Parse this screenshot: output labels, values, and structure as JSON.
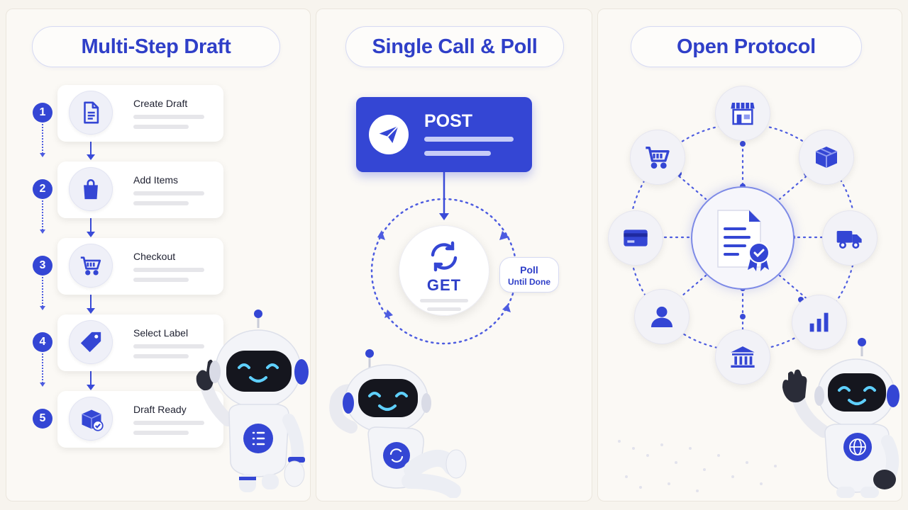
{
  "panels": {
    "multi_step": {
      "title": "Multi-Step Draft",
      "steps": [
        {
          "number": "1",
          "label": "Create Draft",
          "icon": "document-icon"
        },
        {
          "number": "2",
          "label": "Add Items",
          "icon": "shopping-bag-icon"
        },
        {
          "number": "3",
          "label": "Checkout",
          "icon": "cart-icon"
        },
        {
          "number": "4",
          "label": "Select Label",
          "icon": "tag-icon"
        },
        {
          "number": "5",
          "label": "Draft Ready",
          "icon": "package-check-icon"
        }
      ],
      "robot_badge_icon": "list-icon"
    },
    "single_call": {
      "title": "Single Call & Poll",
      "post_label": "POST",
      "post_icon": "paper-plane-icon",
      "get_label": "GET",
      "get_icon": "refresh-icon",
      "poll_line1": "Poll",
      "poll_line2": "Until Done",
      "robot_badge_icon": "refresh-icon"
    },
    "open_protocol": {
      "title": "Open Protocol",
      "center_icon": "certified-document-icon",
      "nodes": [
        "storefront-icon",
        "package-icon",
        "truck-icon",
        "chart-icon",
        "bank-icon",
        "user-icon",
        "credit-card-icon",
        "cart-icon"
      ],
      "robot_badge_icon": "globe-icon"
    }
  },
  "colors": {
    "accent": "#3446d4",
    "title_text": "#2f3fc8",
    "background": "#fbf9f5"
  }
}
